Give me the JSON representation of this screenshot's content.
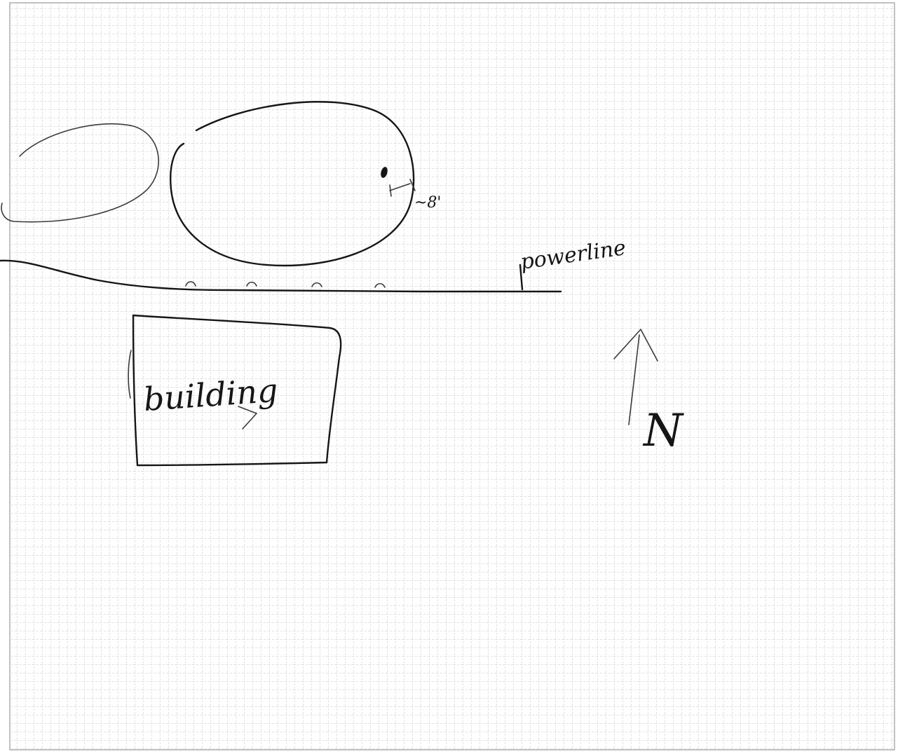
{
  "sketch": {
    "labels": {
      "distance": "~8'",
      "power_line": "powerline",
      "building": "building",
      "north": "N"
    },
    "paper": {
      "background": "#ffffff",
      "grid_color": "#c4c4c4",
      "ink_color": "#161616"
    }
  }
}
